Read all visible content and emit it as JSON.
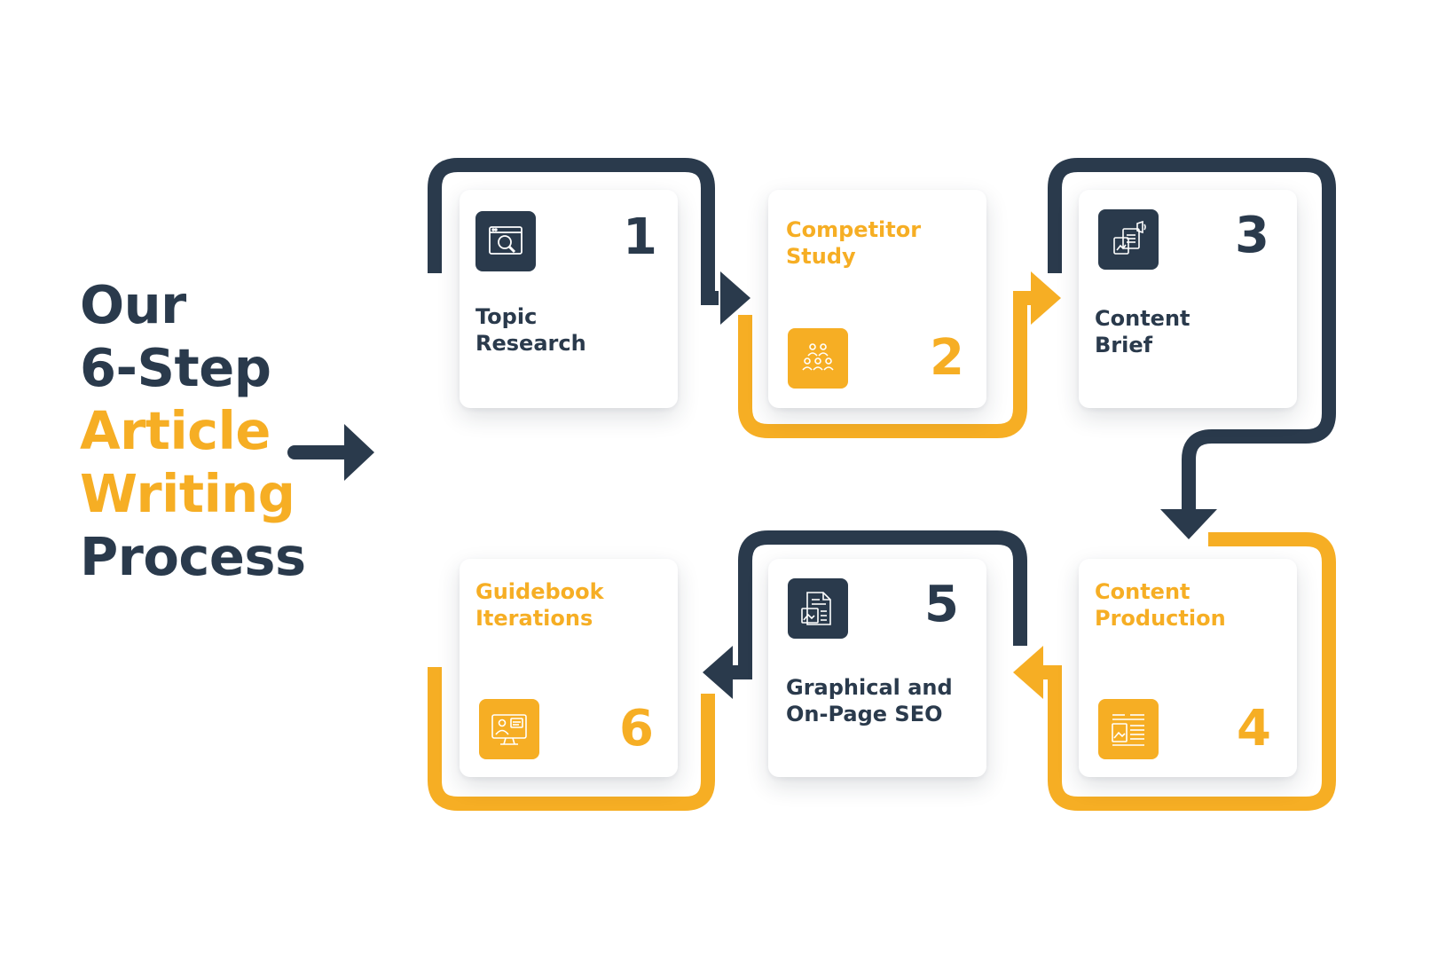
{
  "title": {
    "line1": "Our",
    "line2": "6-Step",
    "line3": "Article",
    "line4": "Writing",
    "line5": "Process"
  },
  "colors": {
    "dark": "#2a3a4c",
    "accent": "#f6ae24",
    "background": "#ffffff"
  },
  "steps": [
    {
      "number": "1",
      "label": "Topic\nResearch",
      "icon": "magnifier-window-icon"
    },
    {
      "number": "2",
      "label": "Competitor\nStudy",
      "icon": "group-people-icon"
    },
    {
      "number": "3",
      "label": "Content\nBrief",
      "icon": "documents-megaphone-icon"
    },
    {
      "number": "4",
      "label": "Content\nProduction",
      "icon": "article-layout-icon"
    },
    {
      "number": "5",
      "label": "Graphical and\nOn-Page SEO",
      "icon": "document-image-icon"
    },
    {
      "number": "6",
      "label": "Guidebook\nIterations",
      "icon": "monitor-presenter-icon"
    }
  ]
}
